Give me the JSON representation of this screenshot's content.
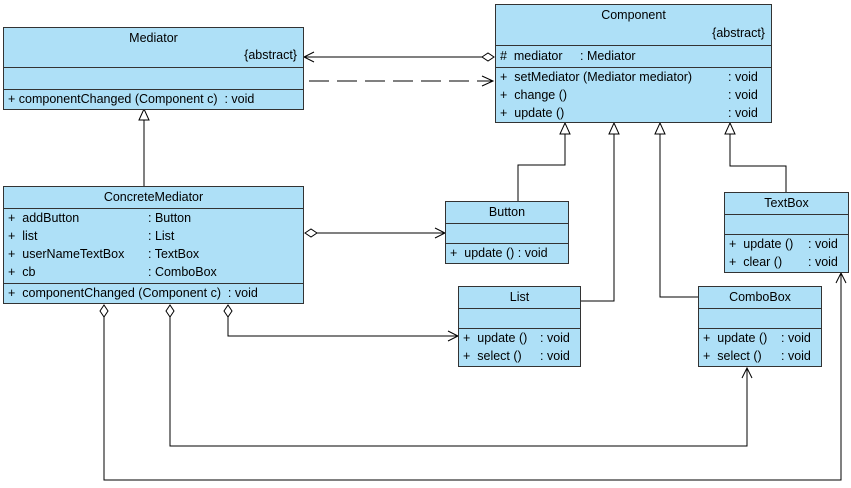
{
  "classes": {
    "mediator": {
      "name": "Mediator",
      "stereotype": "{abstract}",
      "methods": [
        "+ componentChanged (Component c)  : void"
      ]
    },
    "component": {
      "name": "Component",
      "stereotype": "{abstract}",
      "attributes": [
        {
          "name": "#  mediator",
          "type": ": Mediator"
        }
      ],
      "methods": [
        {
          "name": "+  setMediator (Mediator mediator)",
          "type": ": void"
        },
        {
          "name": "+  change ()",
          "type": ": void"
        },
        {
          "name": "+  update ()",
          "type": ": void"
        }
      ]
    },
    "concrete_mediator": {
      "name": "ConcreteMediator",
      "attributes": [
        {
          "name": "+  addButton",
          "type": ": Button"
        },
        {
          "name": "+  list",
          "type": ": List"
        },
        {
          "name": "+  userNameTextBox",
          "type": ": TextBox"
        },
        {
          "name": "+  cb",
          "type": ": ComboBox"
        }
      ],
      "methods": [
        "+  componentChanged (Component c)  : void"
      ]
    },
    "button": {
      "name": "Button",
      "methods": [
        "+  update () : void"
      ]
    },
    "list": {
      "name": "List",
      "methods": [
        {
          "name": "+  update ()",
          "type": ": void"
        },
        {
          "name": "+  select ()",
          "type": ": void"
        }
      ]
    },
    "combobox": {
      "name": "ComboBox",
      "methods": [
        {
          "name": "+  update ()",
          "type": ": void"
        },
        {
          "name": "+  select ()",
          "type": ": void"
        }
      ]
    },
    "textbox": {
      "name": "TextBox",
      "methods": [
        {
          "name": "+  update ()",
          "type": ": void"
        },
        {
          "name": "+  clear ()",
          "type": ": void"
        }
      ]
    }
  },
  "relationships": [
    {
      "type": "aggregation",
      "from": "Component",
      "to": "Mediator"
    },
    {
      "type": "dependency",
      "from": "Mediator",
      "to": "Component"
    },
    {
      "type": "generalization",
      "from": "ConcreteMediator",
      "to": "Mediator"
    },
    {
      "type": "generalization",
      "from": "Button",
      "to": "Component"
    },
    {
      "type": "generalization",
      "from": "List",
      "to": "Component"
    },
    {
      "type": "generalization",
      "from": "ComboBox",
      "to": "Component"
    },
    {
      "type": "generalization",
      "from": "TextBox",
      "to": "Component"
    },
    {
      "type": "aggregation",
      "from": "ConcreteMediator",
      "to": "Button"
    },
    {
      "type": "aggregation",
      "from": "ConcreteMediator",
      "to": "List"
    },
    {
      "type": "aggregation",
      "from": "ConcreteMediator",
      "to": "ComboBox"
    },
    {
      "type": "aggregation",
      "from": "ConcreteMediator",
      "to": "TextBox"
    }
  ]
}
